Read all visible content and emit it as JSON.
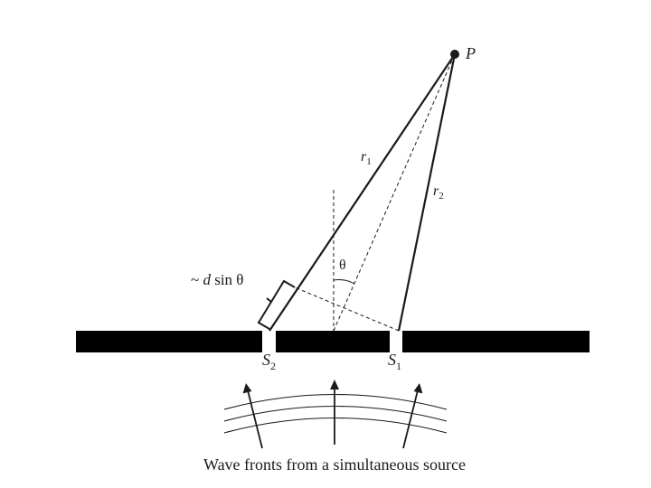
{
  "labels": {
    "point": "P",
    "r1": "r",
    "r1_sub": "1",
    "r2": "r",
    "r2_sub": "2",
    "theta": "θ",
    "path_diff_prefix": "~ ",
    "path_diff_var": "d",
    "path_diff_rest": " sin θ",
    "s2": "S",
    "s2_sub": "2",
    "s1": "S",
    "s1_sub": "1",
    "caption": "Wave fronts from a simultaneous source"
  },
  "colors": {
    "ink": "#1a1a1a",
    "barrier": "#000000",
    "background": "#ffffff"
  }
}
